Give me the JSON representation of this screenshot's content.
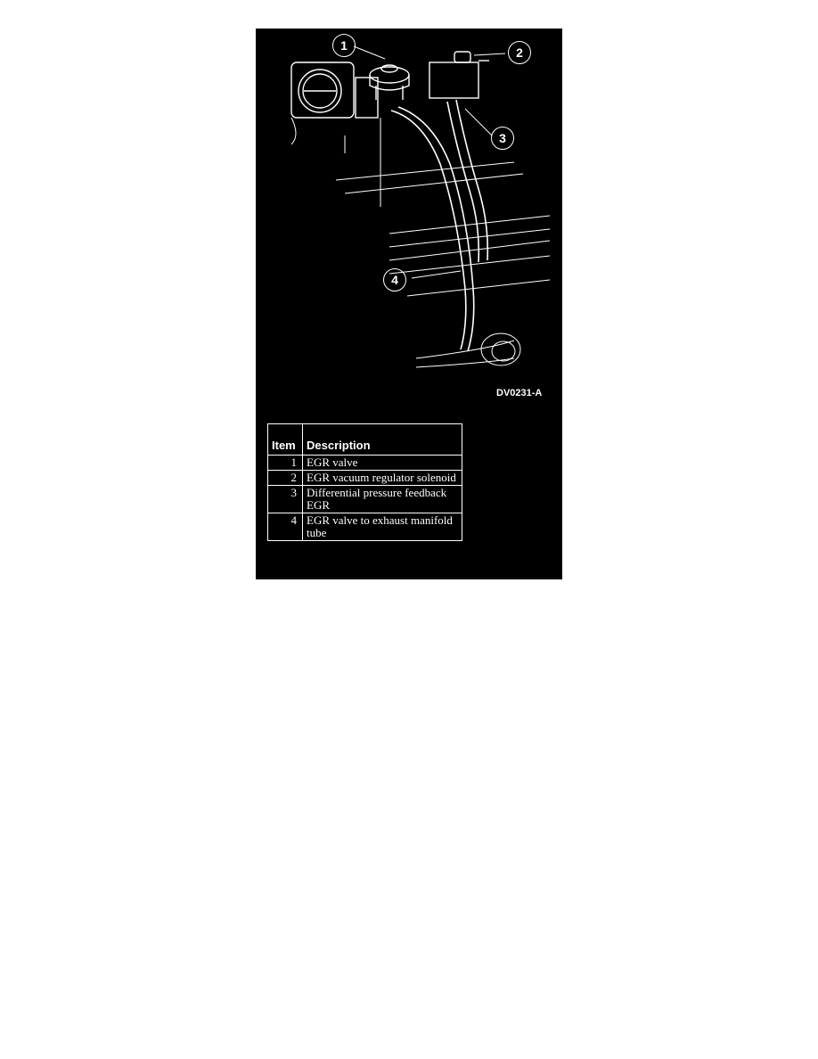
{
  "diagram": {
    "figure_id": "DV0231-A",
    "callouts": [
      "1",
      "2",
      "3",
      "4"
    ]
  },
  "table": {
    "headers": {
      "item": "Item",
      "description": "Description"
    },
    "rows": [
      {
        "item": "1",
        "description": "EGR valve"
      },
      {
        "item": "2",
        "description": "EGR vacuum regulator solenoid"
      },
      {
        "item": "3",
        "description": "Differential pressure feedback EGR"
      },
      {
        "item": "4",
        "description": "EGR valve to exhaust manifold tube"
      }
    ]
  }
}
